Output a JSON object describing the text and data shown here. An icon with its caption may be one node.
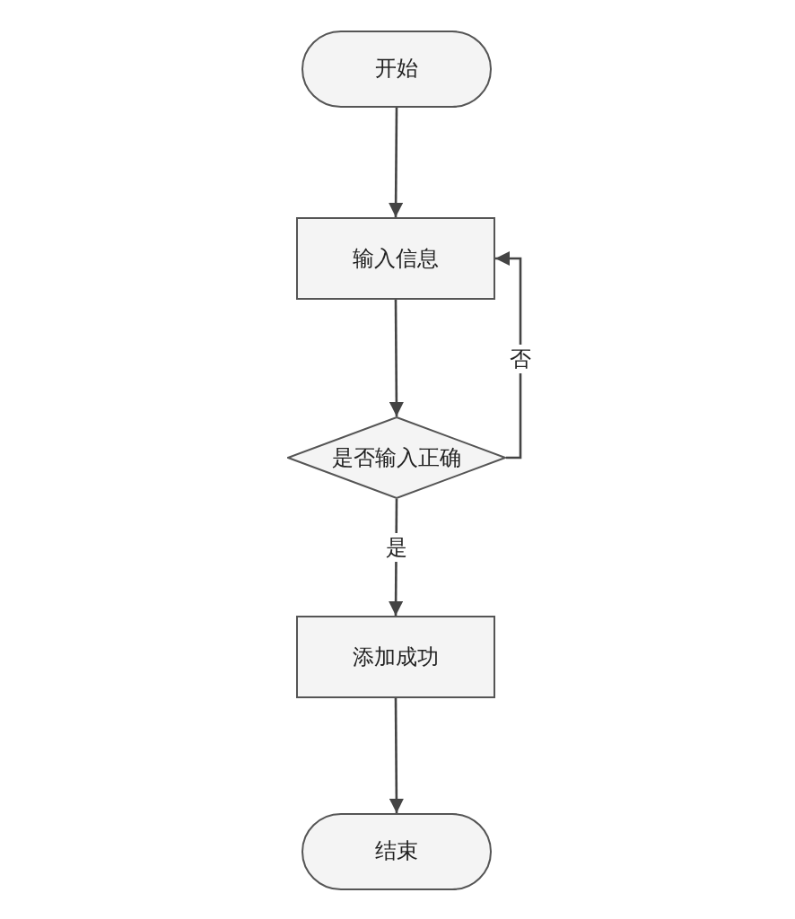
{
  "diagram": {
    "nodes": [
      {
        "text": [
          "开始"
        ]
      },
      {
        "text": [
          "输入信息"
        ]
      },
      {
        "text": [
          "是否输入正确"
        ]
      },
      {
        "text": [
          "添加成功"
        ]
      },
      {
        "text": [
          "结束"
        ]
      }
    ],
    "edges": [
      {
        "from": 0,
        "to": 1,
        "arrow": "to"
      },
      {
        "from": 1,
        "to": 2,
        "arrow": "to"
      },
      {
        "from": 2,
        "to": 1,
        "arrow": "to",
        "label": "否"
      },
      {
        "from": 2,
        "to": 3,
        "arrow": "to",
        "label": "是"
      },
      {
        "from": 3,
        "to": 4,
        "arrow": "to"
      }
    ]
  }
}
